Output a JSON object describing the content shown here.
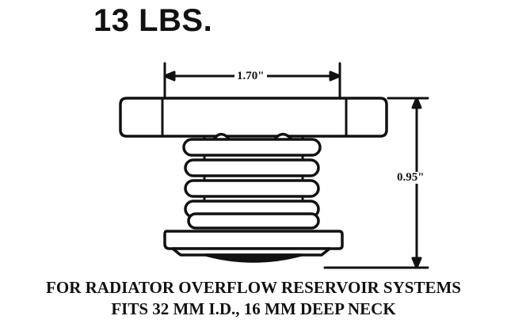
{
  "title": "13 LBS.",
  "dimensions": {
    "width_label": "1.70\"",
    "height_label": "0.95\""
  },
  "caption": {
    "line1": "FOR RADIATOR OVERFLOW RESERVOIR SYSTEMS",
    "line2": "FITS 32 MM I.D., 16 MM DEEP NECK"
  },
  "colors": {
    "ink": "#111111",
    "background": "#ffffff"
  }
}
